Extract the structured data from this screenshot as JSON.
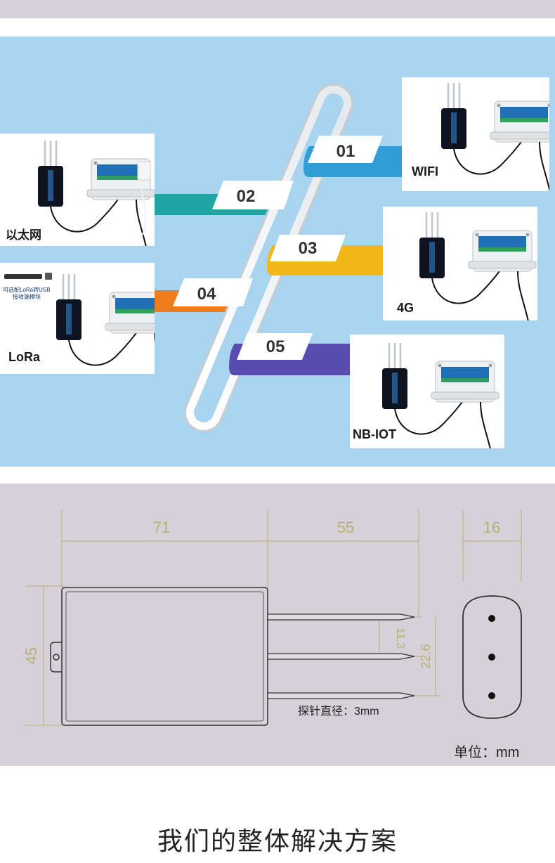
{
  "comm_diagram": {
    "branches": [
      {
        "number": "01",
        "label": "WIFI",
        "color": "#2f9fd6"
      },
      {
        "number": "02",
        "label": "以太网",
        "color": "#1fa6a4"
      },
      {
        "number": "03",
        "label": "4G",
        "color": "#f1b719"
      },
      {
        "number": "04",
        "label": "LoRa",
        "color": "#ef7d1c"
      },
      {
        "number": "05",
        "label": "NB-IOT",
        "color": "#5a4bb0"
      }
    ],
    "lora_note_line1": "可选配LoRa转USB",
    "lora_note_line2": "接收端模块"
  },
  "dimension_drawing": {
    "dims": {
      "body_length": "71",
      "probe_length": "55",
      "height": "45",
      "probe_pitch": "11.3",
      "probe_span": "22.6",
      "end_width": "16"
    },
    "probe_note": "探针直径：3mm",
    "unit_note": "单位：mm"
  },
  "section_title": "我们的整体解决方案"
}
